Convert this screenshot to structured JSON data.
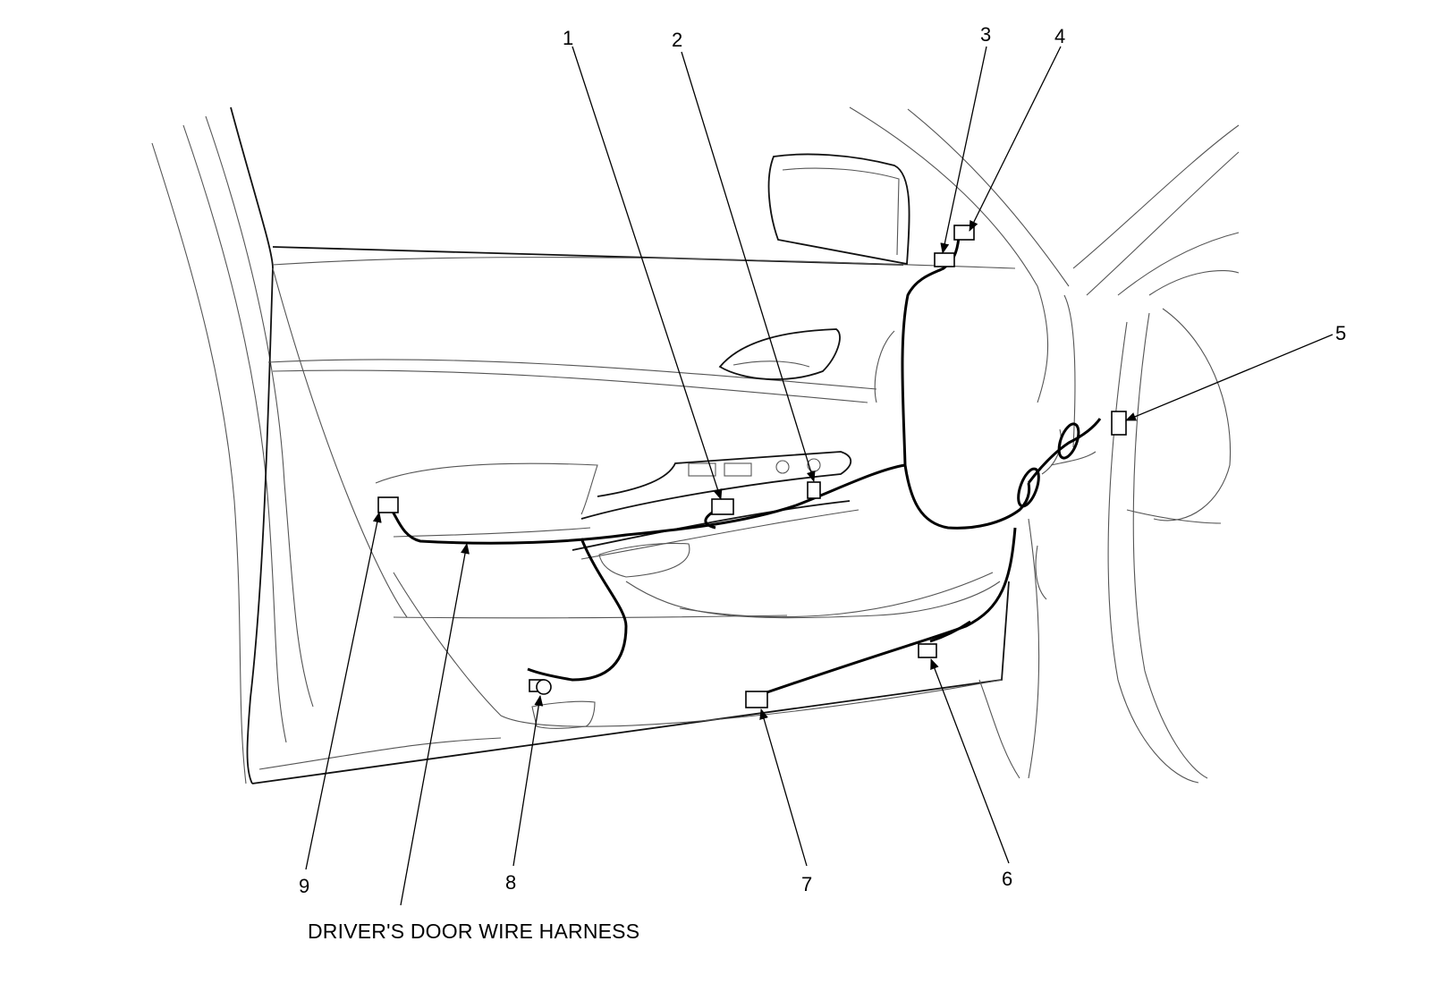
{
  "diagram": {
    "caption": "DRIVER'S DOOR WIRE HARNESS",
    "callouts": [
      "1",
      "2",
      "3",
      "4",
      "5",
      "6",
      "7",
      "8",
      "9"
    ]
  },
  "colors": {
    "line": "#000000",
    "background": "#ffffff"
  }
}
